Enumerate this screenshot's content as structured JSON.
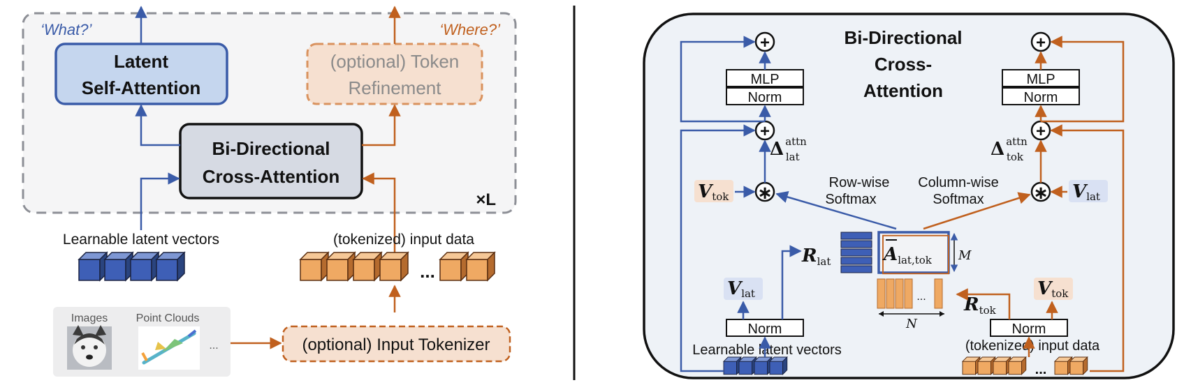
{
  "left": {
    "label_what": "‘What?’",
    "label_where": "‘Where?’",
    "latent_sa": {
      "line1": "Latent",
      "line2": "Self-Attention"
    },
    "token_ref": {
      "line1": "(optional) Token",
      "line2": "Refinement"
    },
    "bdca": {
      "line1": "Bi-Directional",
      "line2": "Cross-Attention"
    },
    "repeat_label": "×L",
    "latent_vectors_label": "Learnable latent vectors",
    "input_data_label": "(tokenized) input data",
    "images_label": "Images",
    "pointclouds_label": "Point Clouds",
    "more_label": "...",
    "tokenizer_label": "(optional) Input Tokenizer"
  },
  "right": {
    "title": {
      "line1": "Bi-Directional",
      "line2": "Cross-",
      "line3": "Attention"
    },
    "mlp_label": "MLP",
    "norm_label": "Norm",
    "plus_symbol": "+",
    "conv_symbol": "∗",
    "delta_symbol": "Δ",
    "delta_lat_sup": "attn",
    "delta_lat_sub": "lat",
    "delta_tok_sup": "attn",
    "delta_tok_sub": "tok",
    "row_softmax": {
      "line1": "Row-wise",
      "line2": "Softmax"
    },
    "col_softmax": {
      "line1": "Column-wise",
      "line2": "Softmax"
    },
    "v_symbol": "V",
    "v_tok_sub": "tok",
    "v_lat_sub": "lat",
    "r_symbol": "R",
    "r_lat_sub": "lat",
    "r_tok_sub": "tok",
    "a_symbol": "A",
    "a_sub": "lat,tok",
    "m_label": "M",
    "n_label": "N",
    "latent_vectors_label": "Learnable latent vectors",
    "input_data_label": "(tokenized) input data",
    "dots": "..."
  },
  "colors": {
    "blue": "#3a5ba8",
    "orange": "#c0601e",
    "blue_fill": "#c5d6ee",
    "orange_fill": "#f6e0d0",
    "gray_fill": "#d6dae3",
    "cube_blue": "#3e5fb6",
    "cube_orange": "#efa963"
  }
}
